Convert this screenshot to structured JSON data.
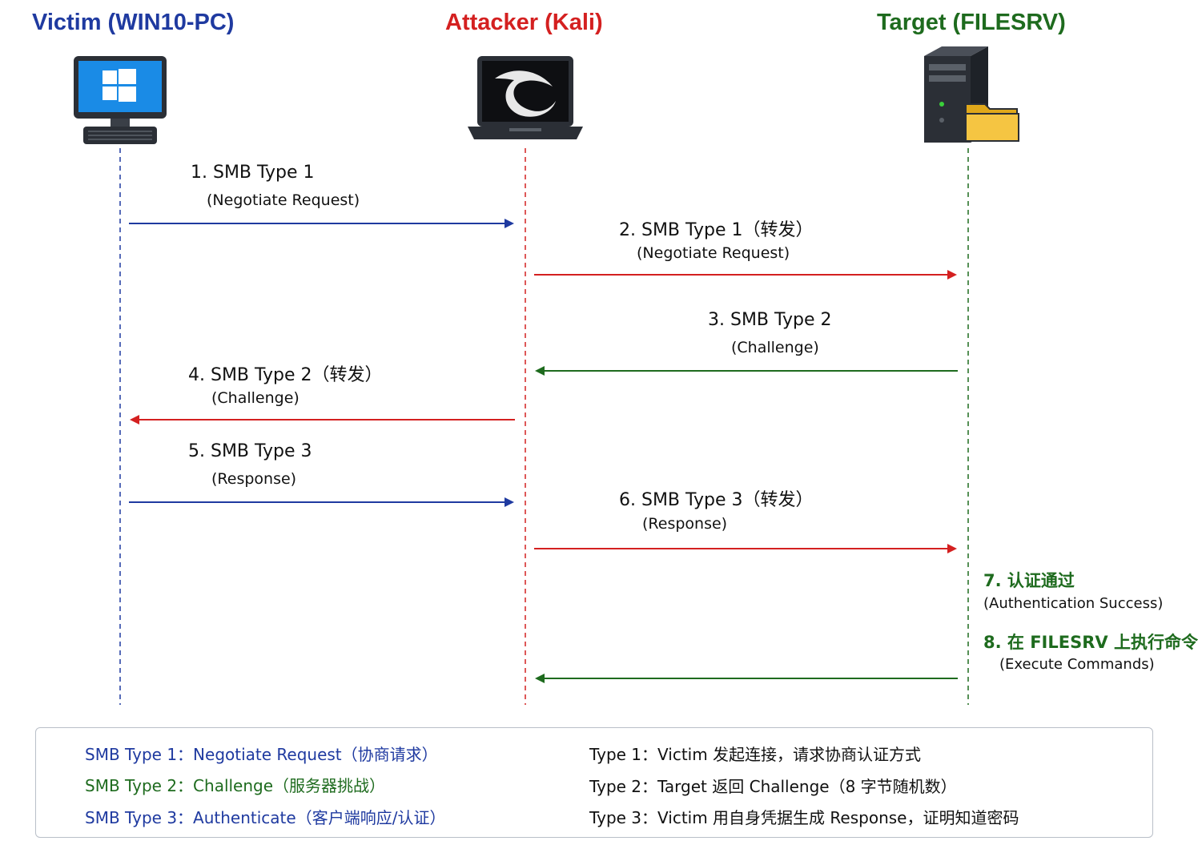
{
  "actors": {
    "victim": {
      "title": "Victim (WIN10-PC)",
      "color": "#1f3aa0",
      "icon": "windows-pc-icon"
    },
    "attacker": {
      "title": "Attacker (Kali)",
      "color": "#d42020",
      "icon": "kali-laptop-icon"
    },
    "target": {
      "title": "Target (FILESRV)",
      "color": "#1e6b1e",
      "icon": "file-server-icon"
    }
  },
  "messages": [
    {
      "label": "1. SMB Type 1",
      "sub": "(Negotiate Request)",
      "from": "victim",
      "to": "attacker",
      "color": "#1f3aa0"
    },
    {
      "label": "2. SMB Type 1（转发）",
      "sub": "(Negotiate Request)",
      "from": "attacker",
      "to": "target",
      "color": "#d42020"
    },
    {
      "label": "3. SMB Type 2",
      "sub": "(Challenge)",
      "from": "target",
      "to": "attacker",
      "color": "#1e6b1e"
    },
    {
      "label": "4. SMB Type 2（转发）",
      "sub": "(Challenge)",
      "from": "attacker",
      "to": "victim",
      "color": "#d42020"
    },
    {
      "label": "5. SMB Type 3",
      "sub": "(Response)",
      "from": "victim",
      "to": "attacker",
      "color": "#1f3aa0"
    },
    {
      "label": "6. SMB Type 3（转发）",
      "sub": "(Response)",
      "from": "attacker",
      "to": "target",
      "color": "#d42020"
    }
  ],
  "notes": [
    {
      "label": "7. 认证通过",
      "sub": "(Authentication Success)"
    },
    {
      "label": "8. 在 FILESRV 上执行命令",
      "sub": "(Execute Commands)"
    }
  ],
  "final_arrow": {
    "from": "target",
    "to": "attacker",
    "color": "#1e6b1e"
  },
  "legend": {
    "left": [
      {
        "text": "SMB Type 1：Negotiate Request（协商请求）",
        "color": "#1f3aa0"
      },
      {
        "text": "SMB Type 2：Challenge（服务器挑战）",
        "color": "#1e6b1e"
      },
      {
        "text": "SMB Type 3：Authenticate（客户端响应/认证）",
        "color": "#1f3aa0"
      }
    ],
    "right": [
      {
        "text": "Type 1：Victim 发起连接，请求协商认证方式",
        "color": "#111111"
      },
      {
        "text": "Type 2：Target 返回 Challenge（8 字节随机数）",
        "color": "#111111"
      },
      {
        "text": "Type 3：Victim 用自身凭据生成 Response，证明知道密码",
        "color": "#111111"
      }
    ]
  }
}
